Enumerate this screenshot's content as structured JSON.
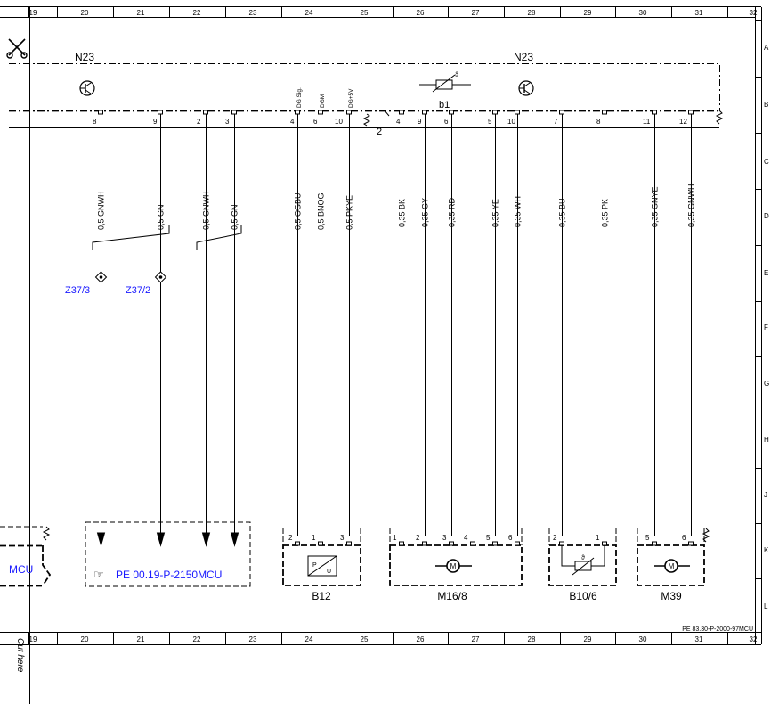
{
  "grid": {
    "columns": [
      "19",
      "20",
      "21",
      "22",
      "23",
      "24",
      "25",
      "26",
      "27",
      "28",
      "29",
      "30",
      "31",
      "32"
    ],
    "rows": [
      "A",
      "B",
      "C",
      "D",
      "E",
      "F",
      "G",
      "H",
      "J",
      "K",
      "L"
    ]
  },
  "header": {
    "left_label": "N23",
    "right_label": "N23",
    "b1_label": "b1",
    "theta": "ϑ",
    "mid_label": "2"
  },
  "top_pins": [
    "8",
    "9",
    "2",
    "3",
    "4",
    "6",
    "10",
    "4",
    "9",
    "6",
    "5",
    "10",
    "7",
    "8",
    "11",
    "12"
  ],
  "signal_labels": [
    "DG Sig.",
    "DGM",
    "DG+5V"
  ],
  "wires": [
    "0,5 GNWH",
    "0,5 GN",
    "0,5 GNWH",
    "0,5 GN",
    "0,5 OGBU",
    "0,5 BNOG",
    "0,5 PKYE",
    "0,35 BK",
    "0,35 GY",
    "0,35 RD",
    "0,35 YE",
    "0,35 WH",
    "0,35 BU",
    "0,35 PK",
    "0,35 GNYE",
    "0,35 GNWH"
  ],
  "connectors": {
    "z37_3": "Z37/3",
    "z37_2": "Z37/2"
  },
  "reference": "PE 00.19-P-2150MCU",
  "left_label": "MCU",
  "components": {
    "b12": {
      "name": "B12",
      "pins": [
        "2",
        "1",
        "3"
      ],
      "p": "P",
      "u": "U"
    },
    "m16_8": {
      "name": "M16/8",
      "pins": [
        "1",
        "2",
        "3",
        "4",
        "5",
        "6"
      ],
      "motor": "M"
    },
    "b10_6": {
      "name": "B10/6",
      "pins": [
        "2",
        "1"
      ],
      "theta": "ϑ"
    },
    "m39": {
      "name": "M39",
      "pins": [
        "5",
        "6"
      ],
      "motor": "M"
    }
  },
  "footer": {
    "doc_id": "PE 83.30-P-2000-97MCU",
    "cut_here": "Cut here"
  },
  "colors": {
    "line": "#000000",
    "link": "#1a1aff"
  }
}
